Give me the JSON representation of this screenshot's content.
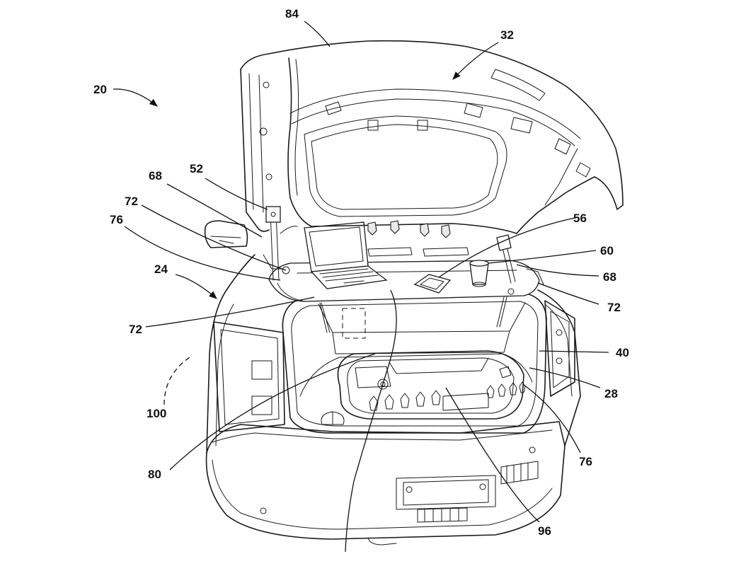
{
  "labels": {
    "r20": "20",
    "r84": "84",
    "r32": "32",
    "r52": "52",
    "r68a": "68",
    "r72a": "72",
    "r76a": "76",
    "r24": "24",
    "r72b": "72",
    "r100": "100",
    "r80": "80",
    "r56": "56",
    "r60": "60",
    "r68b": "68",
    "r72c": "72",
    "r40": "40",
    "r28": "28",
    "r76b": "76",
    "r96": "96"
  }
}
